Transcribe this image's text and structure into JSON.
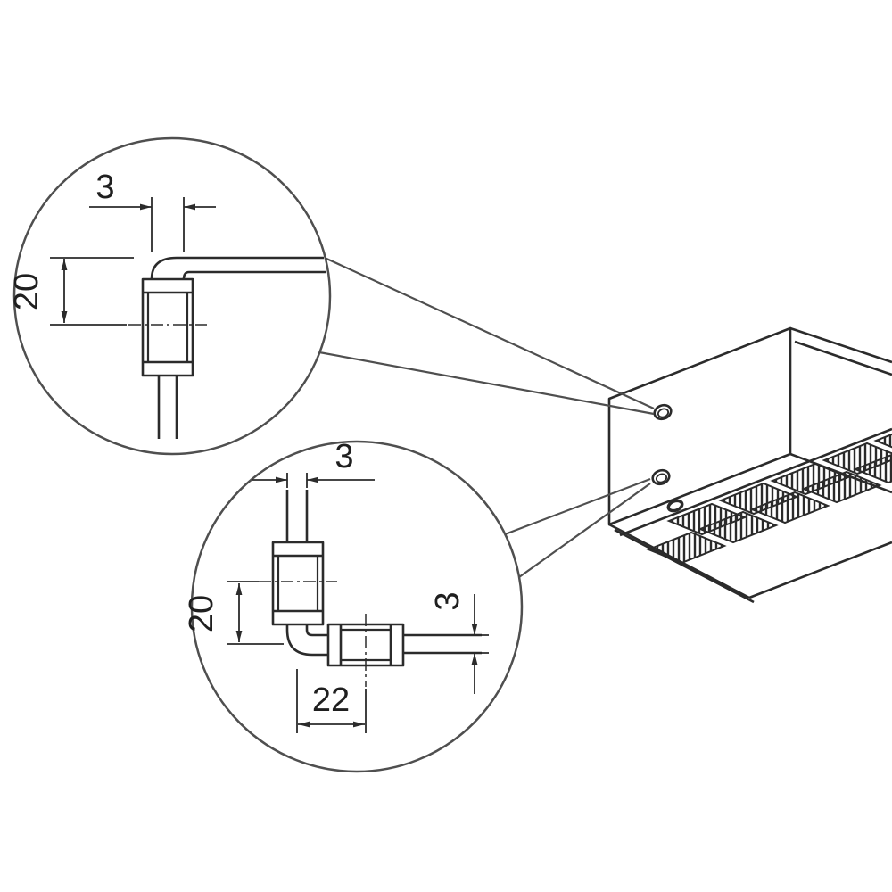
{
  "diagram": {
    "background": "#ffffff",
    "line_color": "#2b2b2b",
    "callout_color": "#4f4f4f",
    "top_detail": {
      "wire_diameter": "3",
      "insert_length": "20"
    },
    "bottom_detail": {
      "wire_diameter": "3",
      "insert_length": "20",
      "horizontal_length": "22",
      "wire_thickness": "3"
    }
  }
}
